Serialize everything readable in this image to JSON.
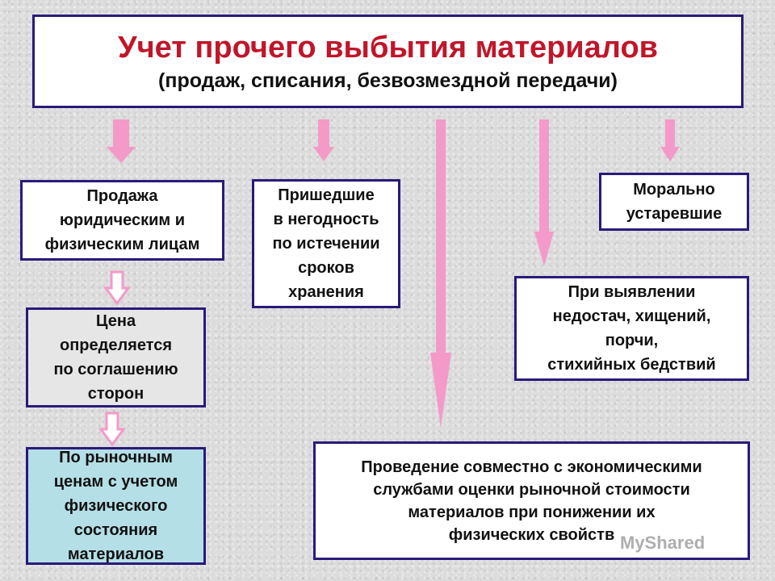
{
  "title": {
    "main": "Учет прочего выбытия материалов",
    "sub": "(продаж, списания, безвозмездной передачи)"
  },
  "boxes": {
    "sale": [
      "Продажа",
      "юридическим и",
      "физическим лицам"
    ],
    "price": [
      "Цена",
      "определяется",
      "по соглашению",
      "сторон"
    ],
    "market": [
      "По рыночным",
      "ценам с учетом",
      "физического",
      "состояния",
      "материалов"
    ],
    "expired": [
      "Пришедшие",
      "в негодность",
      "по истечении",
      "сроков",
      "хранения"
    ],
    "obsolete": [
      "Морально",
      "устаревшие"
    ],
    "shortage": [
      "При выявлении",
      "недостач, хищений,",
      "порчи,",
      "стихийных бедствий"
    ],
    "joint": [
      "Проведение совместно с экономическими",
      "службами оценки рыночной стоимости",
      "материалов при понижении их",
      "физических свойств"
    ]
  },
  "watermark": "MyShared",
  "colors": {
    "arrow": "#f49ac8",
    "border": "#2a1a7a",
    "title": "#c0162a",
    "price_bg": "#e6e6e6",
    "market_bg": "#b4dfe6"
  }
}
